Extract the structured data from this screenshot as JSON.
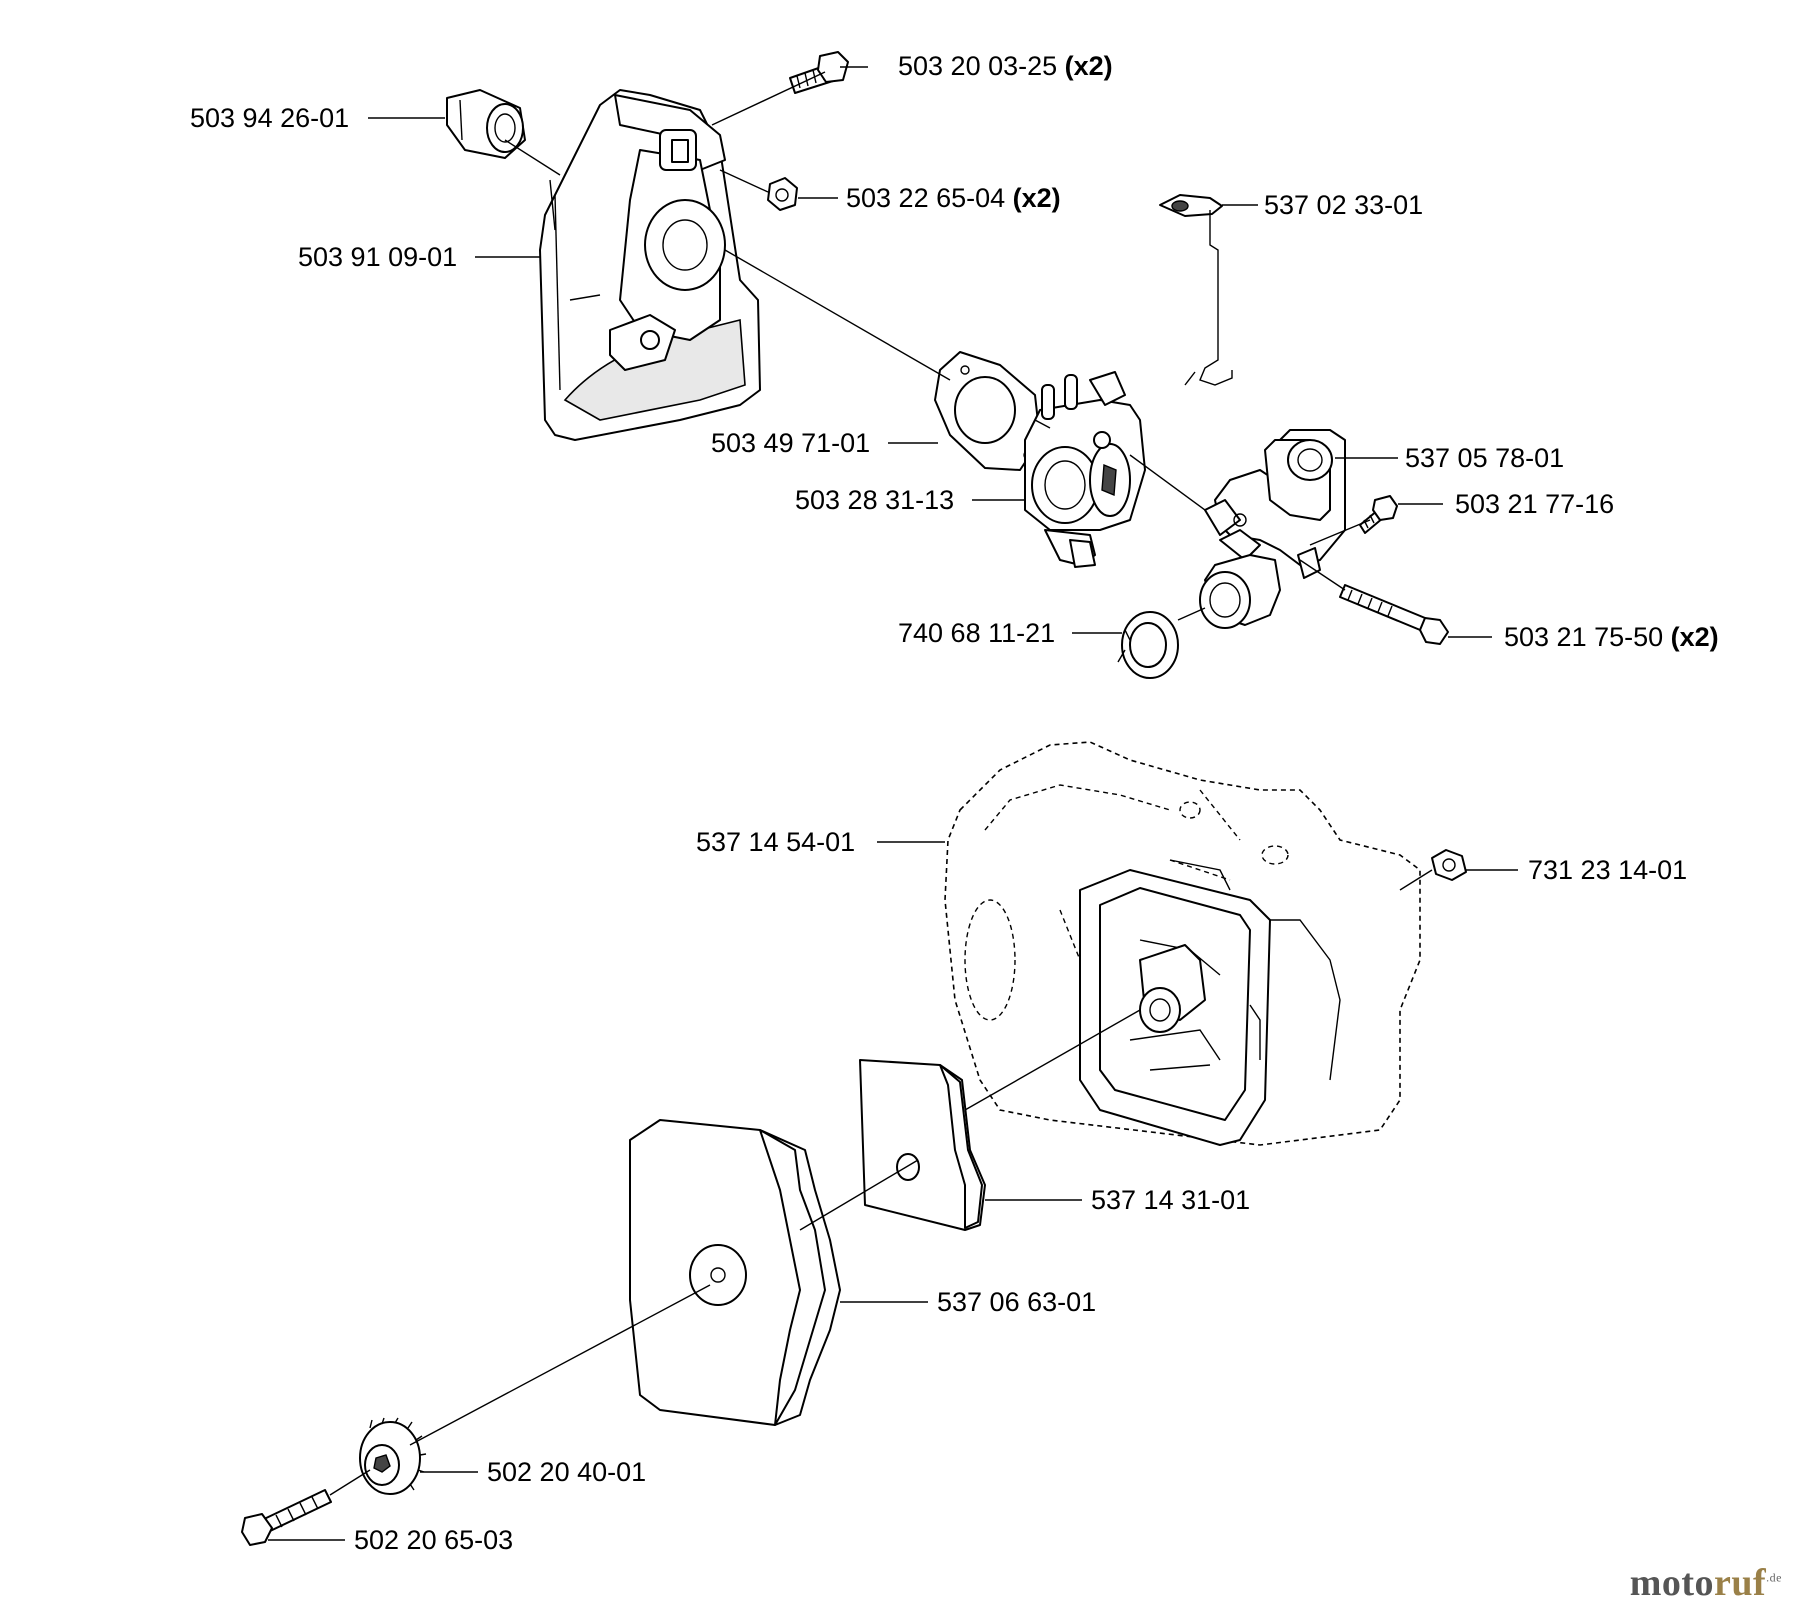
{
  "diagram": {
    "parts": [
      {
        "id": "p1",
        "number": "503 20 03-25",
        "qty": "(x2)",
        "icon": "screw-icon"
      },
      {
        "id": "p2",
        "number": "503 94 26-01",
        "qty": "",
        "icon": "sleeve-icon"
      },
      {
        "id": "p3",
        "number": "503 22 65-04",
        "qty": "(x2)",
        "icon": "nut-icon"
      },
      {
        "id": "p4",
        "number": "537 02 33-01",
        "qty": "",
        "icon": "throttle-rod-icon"
      },
      {
        "id": "p5",
        "number": "503 91 09-01",
        "qty": "",
        "icon": "carburetor-cover-icon"
      },
      {
        "id": "p6",
        "number": "503 49 71-01",
        "qty": "",
        "icon": "gasket-icon"
      },
      {
        "id": "p7",
        "number": "537 05 78-01",
        "qty": "",
        "icon": "intake-manifold-icon"
      },
      {
        "id": "p8",
        "number": "503 28 31-13",
        "qty": "",
        "icon": "carburetor-icon"
      },
      {
        "id": "p9",
        "number": "503 21 77-16",
        "qty": "",
        "icon": "screw-icon"
      },
      {
        "id": "p10",
        "number": "740 68 11-21",
        "qty": "",
        "icon": "seal-ring-icon"
      },
      {
        "id": "p11",
        "number": "503 21 75-50",
        "qty": "(x2)",
        "icon": "bolt-icon"
      },
      {
        "id": "p12",
        "number": "537 14 54-01",
        "qty": "",
        "icon": "air-filter-housing-icon"
      },
      {
        "id": "p13",
        "number": "731 23 14-01",
        "qty": "",
        "icon": "hex-nut-icon"
      },
      {
        "id": "p14",
        "number": "537 14 31-01",
        "qty": "",
        "icon": "filter-element-icon"
      },
      {
        "id": "p15",
        "number": "537 06 63-01",
        "qty": "",
        "icon": "air-filter-cover-icon"
      },
      {
        "id": "p16",
        "number": "502 20 40-01",
        "qty": "",
        "icon": "knob-icon"
      },
      {
        "id": "p17",
        "number": "502 20 65-03",
        "qty": "",
        "icon": "bolt-icon"
      }
    ]
  },
  "watermark": {
    "main_a": "moto",
    "main_b": "ruf",
    "suffix": ".de"
  }
}
